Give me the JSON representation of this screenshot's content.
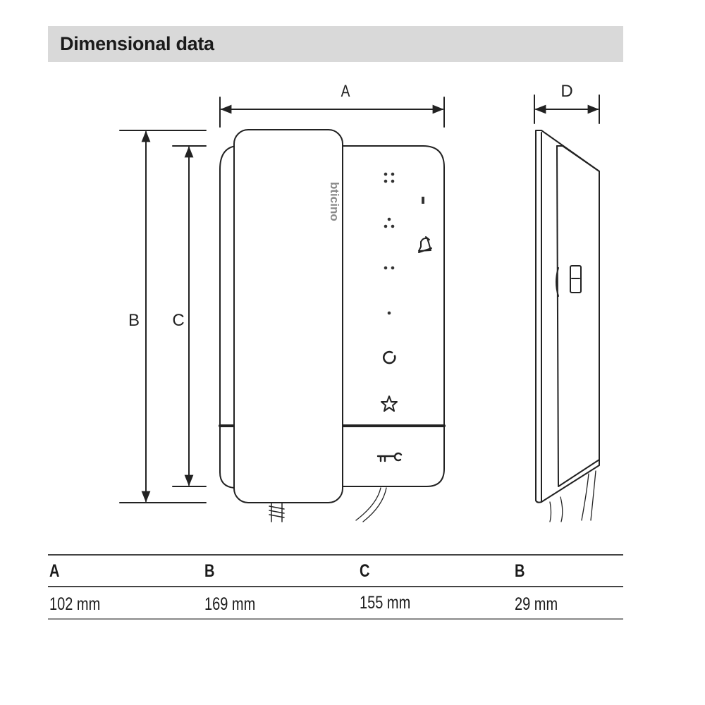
{
  "header": {
    "title": "Dimensional data"
  },
  "diagram": {
    "labels": {
      "a": "A",
      "b": "B",
      "c": "C",
      "d": "D"
    },
    "brand_logo": "bticino"
  },
  "table": {
    "columns": [
      "A",
      "B",
      "C",
      "B"
    ],
    "values": [
      "102 mm",
      "169 mm",
      "155 mm",
      "29 mm"
    ]
  }
}
